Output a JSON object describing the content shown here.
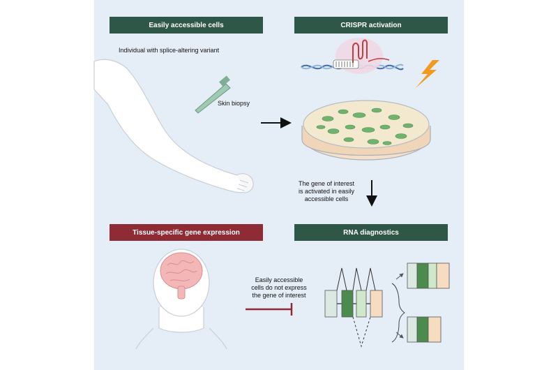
{
  "headers": {
    "top_left": "Easily accessible cells",
    "top_right": "CRISPR activation",
    "bottom_left": "Tissue-specific gene expression",
    "bottom_right": "RNA diagnostics"
  },
  "labels": {
    "individual": "Individual with splice-altering variant",
    "skin_biopsy": "Skin biopsy",
    "gene_activated_line1": "The gene of interest",
    "gene_activated_line2": "is activated in easily",
    "gene_activated_line3": "accessible cells",
    "not_express_line1": "Easily accessible",
    "not_express_line2": "cells do not express",
    "not_express_line3": "the gene of interest"
  },
  "colors": {
    "panel_bg": "#e5edf7",
    "header_green": "#2f5747",
    "header_red": "#8e2b34",
    "cell_green": "#6fb36f",
    "dish_medium": "#f3e9cf",
    "exon_dark_green": "#4d8a4d",
    "exon_light_green": "#cfe8c9",
    "exon_peach": "#f6dcc0",
    "exon_pale": "#dbe9e2",
    "lightning": "#f29a1f",
    "inhibit_red": "#8e2b34"
  },
  "icons": [
    "arm-icon",
    "biopsy-punch-icon",
    "dna-icon",
    "crispr-complex-icon",
    "lightning-icon",
    "petri-dish-icon",
    "head-brain-icon",
    "splicing-diagram-icon"
  ]
}
